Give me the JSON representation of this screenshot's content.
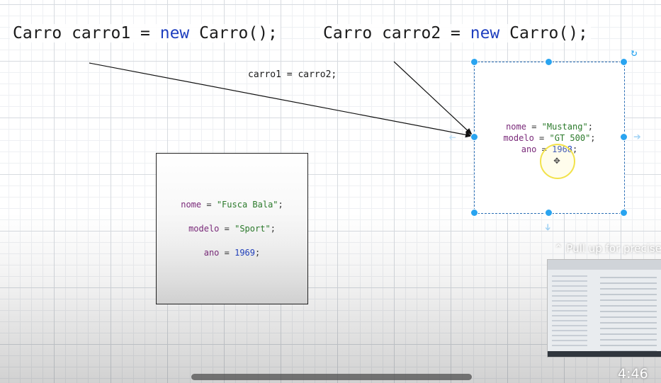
{
  "code": {
    "line1": {
      "type": "Carro carro1 = ",
      "keyword": "new",
      "ctor": " Carro();"
    },
    "line2": {
      "type": "Carro carro2 = ",
      "keyword": "new",
      "ctor": " Carro();"
    },
    "assignment": "carro1 = carro2;"
  },
  "object_a": {
    "nome_attr": "nome",
    "nome_val": "\"Fusca Bala\"",
    "modelo_attr": "modelo",
    "modelo_val": "\"Sport\"",
    "ano_attr": "ano",
    "ano_val": "1969",
    "eq": " = ",
    "end": ";"
  },
  "object_b": {
    "nome_attr": "nome",
    "nome_val": "\"Mustang\"",
    "modelo_attr": "modelo",
    "modelo_val": "\"GT 500\"",
    "ano_attr": "ano",
    "ano_val": "1968",
    "eq": " = ",
    "end": ";"
  },
  "overlay": {
    "pull_hint": "Pull up for precise",
    "timestamp": "4:46"
  },
  "icons": {
    "rotate": "rotate-icon",
    "move": "move-icon",
    "pull": "chevron-up-icon"
  },
  "colors": {
    "selection": "#29a4f0",
    "keyword": "#1f3fbf",
    "string": "#2b7a2b",
    "attribute": "#7a2a7a"
  }
}
